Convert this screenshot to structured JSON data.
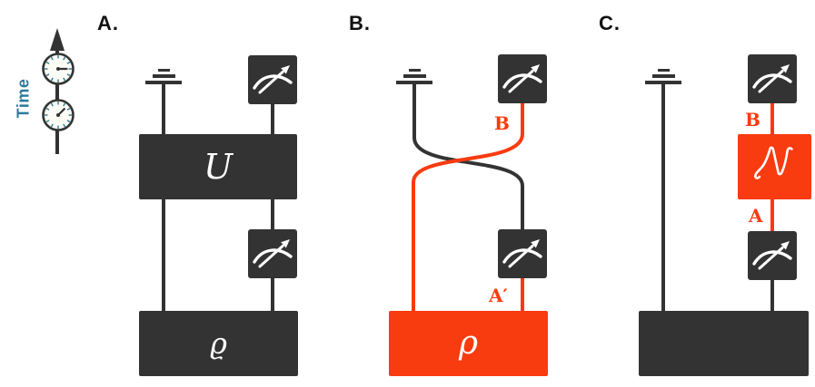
{
  "colors": {
    "background": "#FFFFFF",
    "dark": "#333333",
    "red": "#F93B10",
    "teal_time_label": "#2D7A9B",
    "panel_label": "#111111",
    "box_text": "#FFFFFF"
  },
  "time_axis": {
    "label": "Time"
  },
  "panels": {
    "a": {
      "label": "A.",
      "unitary_box_label": "U",
      "state_box_label": "ϱ"
    },
    "b": {
      "label": "B.",
      "state_box_label": "ρ",
      "wire_label_top": "B",
      "wire_label_bottom": "A′"
    },
    "c": {
      "label": "C.",
      "channel_box_label": "𝒩",
      "wire_label_top": "B",
      "wire_label_bottom": "A"
    }
  }
}
